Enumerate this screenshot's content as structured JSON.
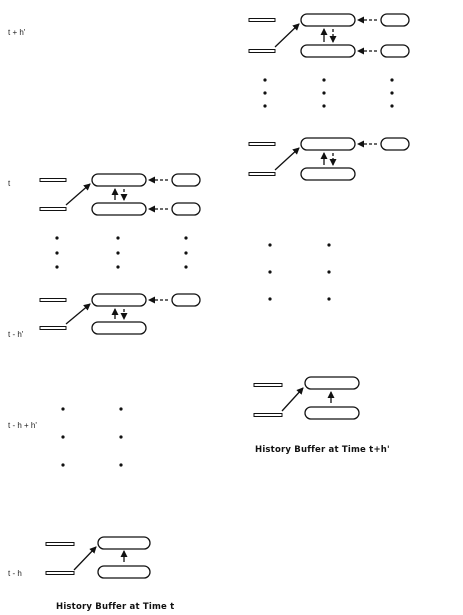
{
  "time_labels": {
    "t_plus_h_prime": "t + h'",
    "t": "t",
    "t_minus_h_prime": "t - h'",
    "t_minus_h_plus_h_prime": "t - h + h'",
    "t_minus_h": "t - h"
  },
  "captions": {
    "left": "History Buffer at Time t",
    "right": "History Buffer at Time t+h'"
  },
  "colors": {
    "stroke": "#111111",
    "background": "#ffffff"
  }
}
